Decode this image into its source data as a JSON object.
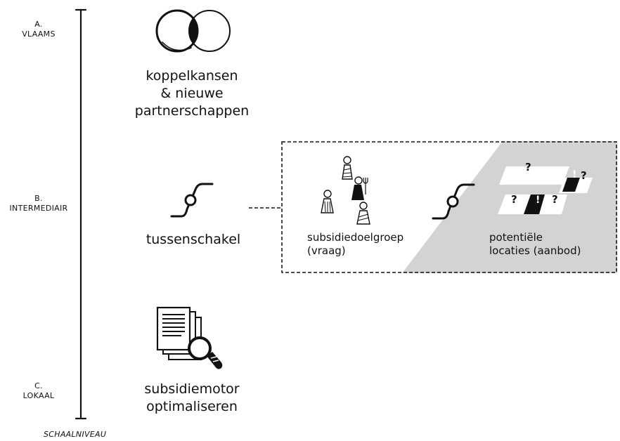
{
  "scale_axis": {
    "levels": [
      {
        "letter": "A.",
        "name": "VLAAMS"
      },
      {
        "letter": "B.",
        "name": "INTERMEDIAIR"
      },
      {
        "letter": "C.",
        "name": "LOKAAL"
      }
    ],
    "caption": "SCHAALNIVEAU"
  },
  "items": {
    "koppelkansen": {
      "line1": "koppelkansen",
      "line2": "& nieuwe",
      "line3": "partnerschappen",
      "icon": "venn-diagram-icon"
    },
    "tussenschakel": {
      "label": "tussenschakel",
      "icon": "connector-link-icon"
    },
    "subsidiemotor": {
      "line1": "subsidiemotor",
      "line2": "optimaliseren",
      "icon": "document-magnifier-icon"
    }
  },
  "detail_box": {
    "demand": {
      "line1": "subsidiedoelgroep",
      "line2": "(vraag)",
      "icon": "people-group-icon"
    },
    "supply": {
      "line1": "potentiële",
      "line2": "locaties (aanbod)",
      "icon": "location-tiles-icon"
    },
    "question_mark": "?",
    "exclamation_mark": "!"
  },
  "colors": {
    "ink": "#111111",
    "supply_shade": "#d3d3d3"
  }
}
